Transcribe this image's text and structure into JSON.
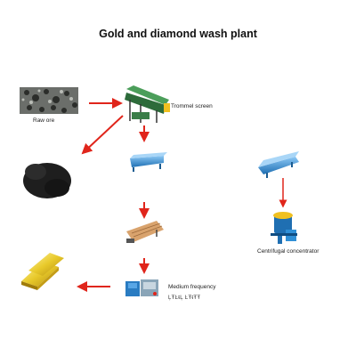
{
  "diagram": {
    "title": "Gold and diamond wash plant",
    "nodes": {
      "raw_ore": {
        "label": "Raw ore"
      },
      "trommel_screen": {
        "label": "Trommel screen"
      },
      "centrifugal_concentrator": {
        "label": "Centrifugal concentrator"
      },
      "medium_frequency": {
        "label": "Medium frequency",
        "label_line2": "ĻŦĿŧĻ ĿŦŧŦŦ"
      }
    }
  },
  "colors": {
    "arrow": "#e0251b",
    "equipment_blue": "#2f8fd6",
    "gold": "#e8c92a",
    "ore_dark": "#1e1e1e"
  },
  "icons": [
    "raw-ore-photo",
    "trommel-screen-machine",
    "black-sand-pile",
    "vibrating-screen",
    "shaking-table",
    "centrifugal-concentrator-machine",
    "medium-frequency-furnace",
    "gold-bars"
  ]
}
